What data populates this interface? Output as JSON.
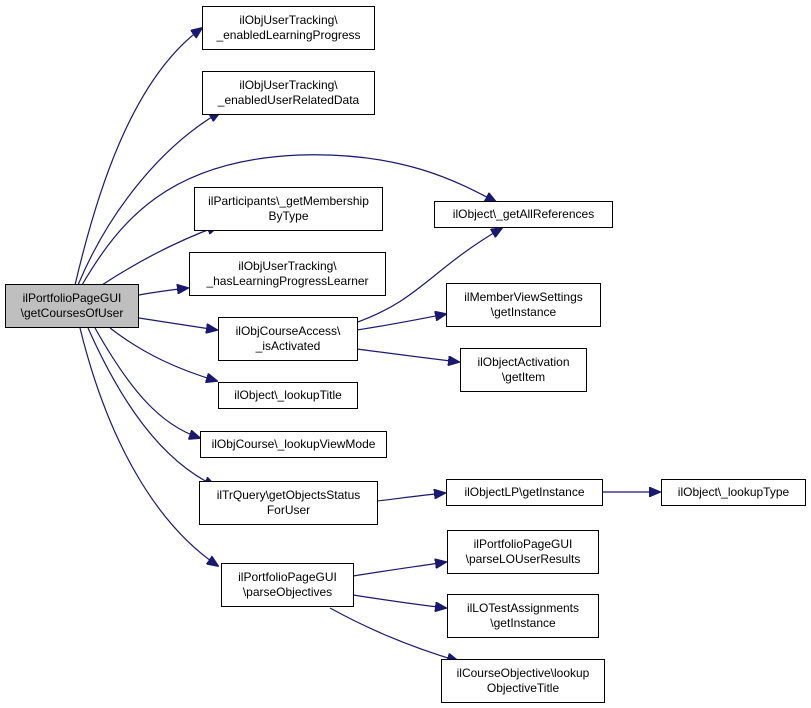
{
  "colors": {
    "edge": "#191970",
    "node_border": "#000000",
    "root_fill": "#bfbfbf",
    "node_fill": "#ffffff"
  },
  "nodes": {
    "root": {
      "line1": "ilPortfolioPageGUI",
      "line2": "\\getCoursesOfUser"
    },
    "enabledLearningProgress": {
      "line1": "ilObjUserTracking\\",
      "line2": "_enabledLearningProgress"
    },
    "enabledUserRelatedData": {
      "line1": "ilObjUserTracking\\",
      "line2": "_enabledUserRelatedData"
    },
    "getMembershipByType": {
      "line1": "ilParticipants\\_getMembership",
      "line2": "ByType"
    },
    "hasLearningProgressLearner": {
      "line1": "ilObjUserTracking\\",
      "line2": "_hasLearningProgressLearner"
    },
    "isActivated": {
      "line1": "ilObjCourseAccess\\",
      "line2": "_isActivated"
    },
    "lookupTitle": {
      "line1": "ilObject\\_lookupTitle"
    },
    "lookupViewMode": {
      "line1": "ilObjCourse\\_lookupViewMode"
    },
    "getObjectsStatusForUser": {
      "line1": "ilTrQuery\\getObjectsStatus",
      "line2": "ForUser"
    },
    "parseObjectives": {
      "line1": "ilPortfolioPageGUI",
      "line2": "\\parseObjectives"
    },
    "getAllReferences": {
      "line1": "ilObject\\_getAllReferences"
    },
    "memberViewGetInstance": {
      "line1": "ilMemberViewSettings",
      "line2": "\\getInstance"
    },
    "objectActivationGetItem": {
      "line1": "ilObjectActivation",
      "line2": "\\getItem"
    },
    "objectLPGetInstance": {
      "line1": "ilObjectLP\\getInstance"
    },
    "lookupType": {
      "line1": "ilObject\\_lookupType"
    },
    "parseLOUserResults": {
      "line1": "ilPortfolioPageGUI",
      "line2": "\\parseLOUserResults"
    },
    "loTestAssignmentsGetInstance": {
      "line1": "ilLOTestAssignments",
      "line2": "\\getInstance"
    },
    "lookupObjectiveTitle": {
      "line1": "ilCourseObjective\\lookup",
      "line2": "ObjectiveTitle"
    }
  }
}
